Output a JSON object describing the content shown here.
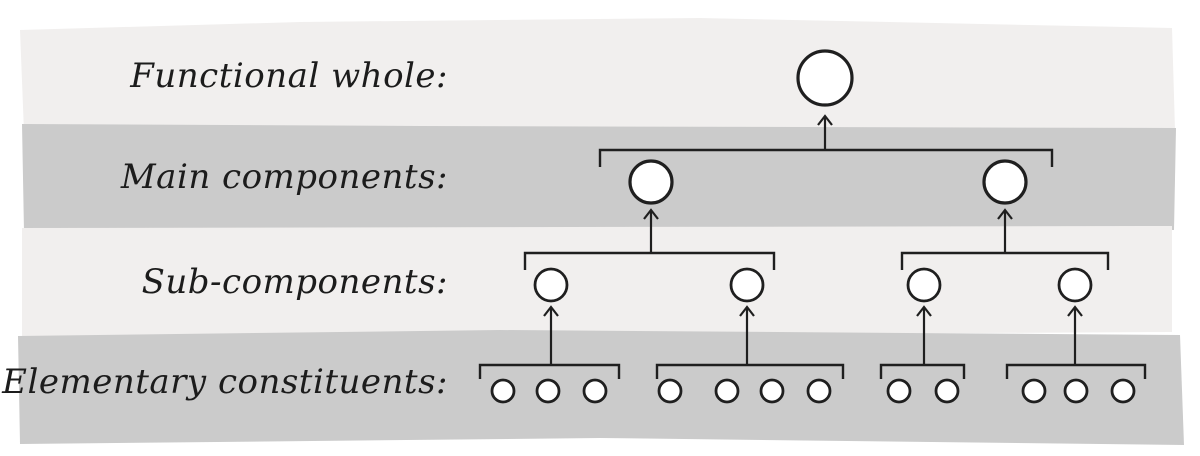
{
  "diagram": {
    "type": "hierarchy",
    "levels": [
      {
        "id": "functional-whole",
        "label": "Functional whole:"
      },
      {
        "id": "main-components",
        "label": "Main components:"
      },
      {
        "id": "sub-components",
        "label": "Sub-components:"
      },
      {
        "id": "elementary-constituents",
        "label": "Elementary constituents:"
      }
    ],
    "tree": {
      "children": [
        {
          "children": [
            {
              "leaves": 3
            },
            {
              "leaves": 4
            }
          ]
        },
        {
          "children": [
            {
              "leaves": 2
            },
            {
              "leaves": 3
            }
          ]
        }
      ]
    },
    "colors": {
      "light_band": "#f1efee",
      "dark_band": "#cbcbcb",
      "ink": "#1f1f1f",
      "node_fill": "#ffffff"
    }
  }
}
